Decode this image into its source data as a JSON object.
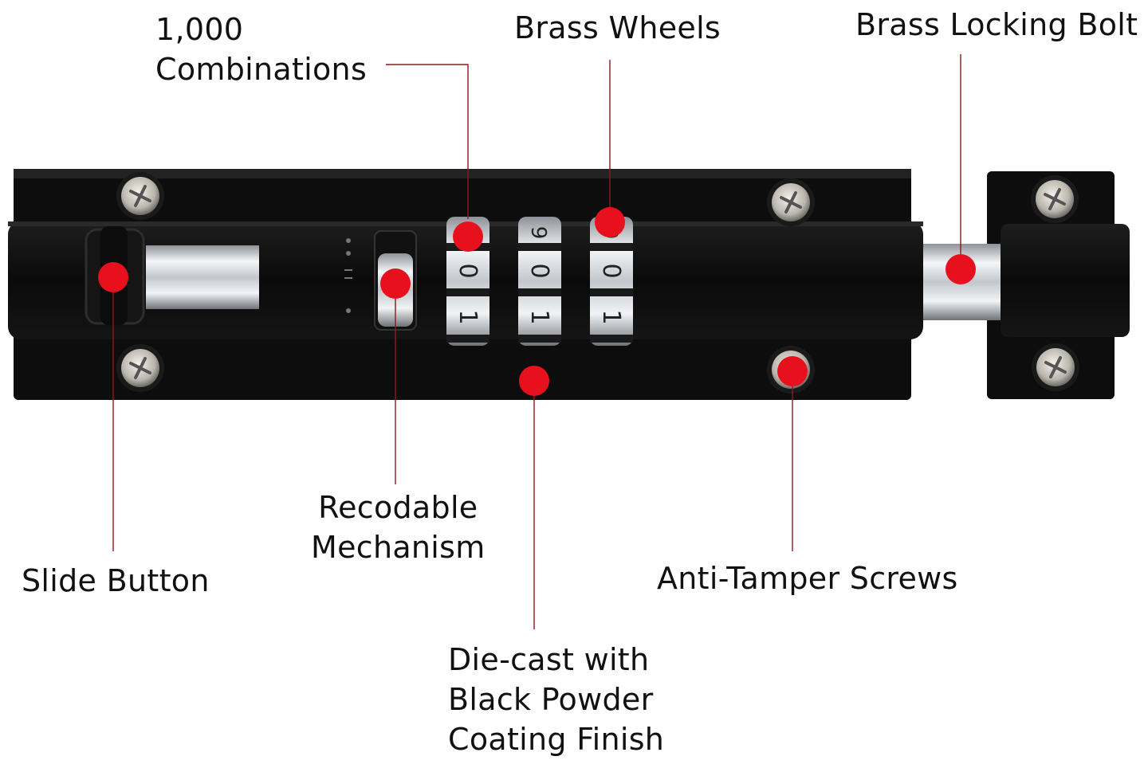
{
  "callouts": {
    "combinations": [
      "1,000",
      "Combinations"
    ],
    "wheels": [
      "Brass Wheels"
    ],
    "bolt": [
      "Brass Locking Bolt"
    ],
    "recodable": [
      "Recodable",
      "Mechanism"
    ],
    "slide": [
      "Slide Button"
    ],
    "screws": [
      "Anti-Tamper Screws"
    ],
    "diecast": [
      "Die-cast with",
      "Black Powder",
      "Coating Finish"
    ]
  },
  "wheel_digits": {
    "top": "9",
    "middle": "0",
    "bottom": "1"
  },
  "colors": {
    "marker": "#e8101c",
    "leader_line": "#8b1a1a",
    "body": "#0b0b0b",
    "chrome": "#c9ccd0"
  }
}
